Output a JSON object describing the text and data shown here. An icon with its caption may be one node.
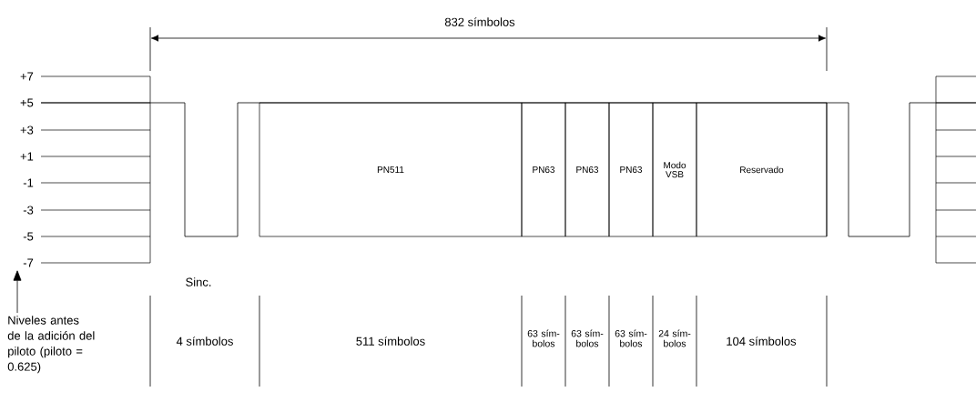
{
  "diagram": {
    "nodes": [
      {
        "text": [
          "PN511"
        ]
      },
      {
        "text": [
          "PN63"
        ]
      },
      {
        "text": [
          "PN63"
        ]
      },
      {
        "text": [
          "PN63"
        ]
      },
      {
        "text": [
          "Modo VSB"
        ]
      },
      {
        "text": [
          "Reservado"
        ]
      },
      {
        "text": [
          "Niveles antes de la adición del piloto (piloto = 0.625)"
        ]
      },
      {
        "text": [
          "-7"
        ]
      }
    ],
    "edges": [
      {
        "from": 6,
        "to": 7,
        "arrow": "to"
      }
    ],
    "labels": [
      "832 símbolos",
      "+7",
      "+5",
      "+3",
      "+1",
      "-1",
      "-3",
      "-5",
      "Sinc.",
      "4 símbolos",
      "511 símbolos",
      "63 sím- bolos",
      "63 sím- bolos",
      "63 sím- bolos",
      "24 sím- bolos",
      "104 símbolos"
    ]
  }
}
